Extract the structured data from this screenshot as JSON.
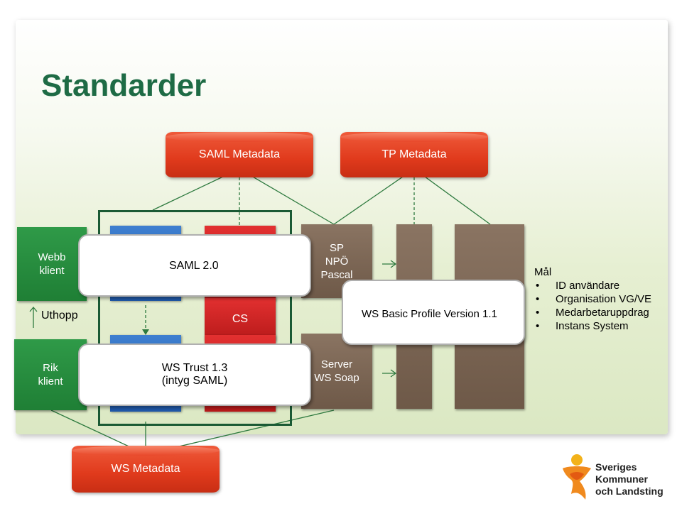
{
  "title": "Standarder",
  "metadata": {
    "saml": "SAML Metadata",
    "tp": "TP Metadata",
    "ws": "WS Metadata"
  },
  "clients": {
    "webb": "Webb\nklient",
    "uthopp": "Uthopp",
    "rik": "Rik\nklient"
  },
  "standards": {
    "saml2": "SAML 2.0",
    "cs": "CS",
    "wstrust": "WS Trust 1.3\n(intyg SAML)",
    "wsbasic": "WS Basic Profile Version 1.1"
  },
  "services": {
    "sp": "SP\nNPÖ\nPascal",
    "server": "Server\nWS Soap"
  },
  "goals": {
    "heading": "Mål",
    "items": [
      "ID användare",
      "Organisation VG/VE",
      "Medarbetaruppdrag",
      "Instans System"
    ]
  },
  "logo": {
    "text": "Sveriges\nKommuner\noch Landsting"
  },
  "colors": {
    "title_green": "#1e6b45",
    "metadata_red": "#e03a1c",
    "client_green": "#1f7f35",
    "service_brown": "#7a6553",
    "standard_blue": "#2a68bd"
  }
}
